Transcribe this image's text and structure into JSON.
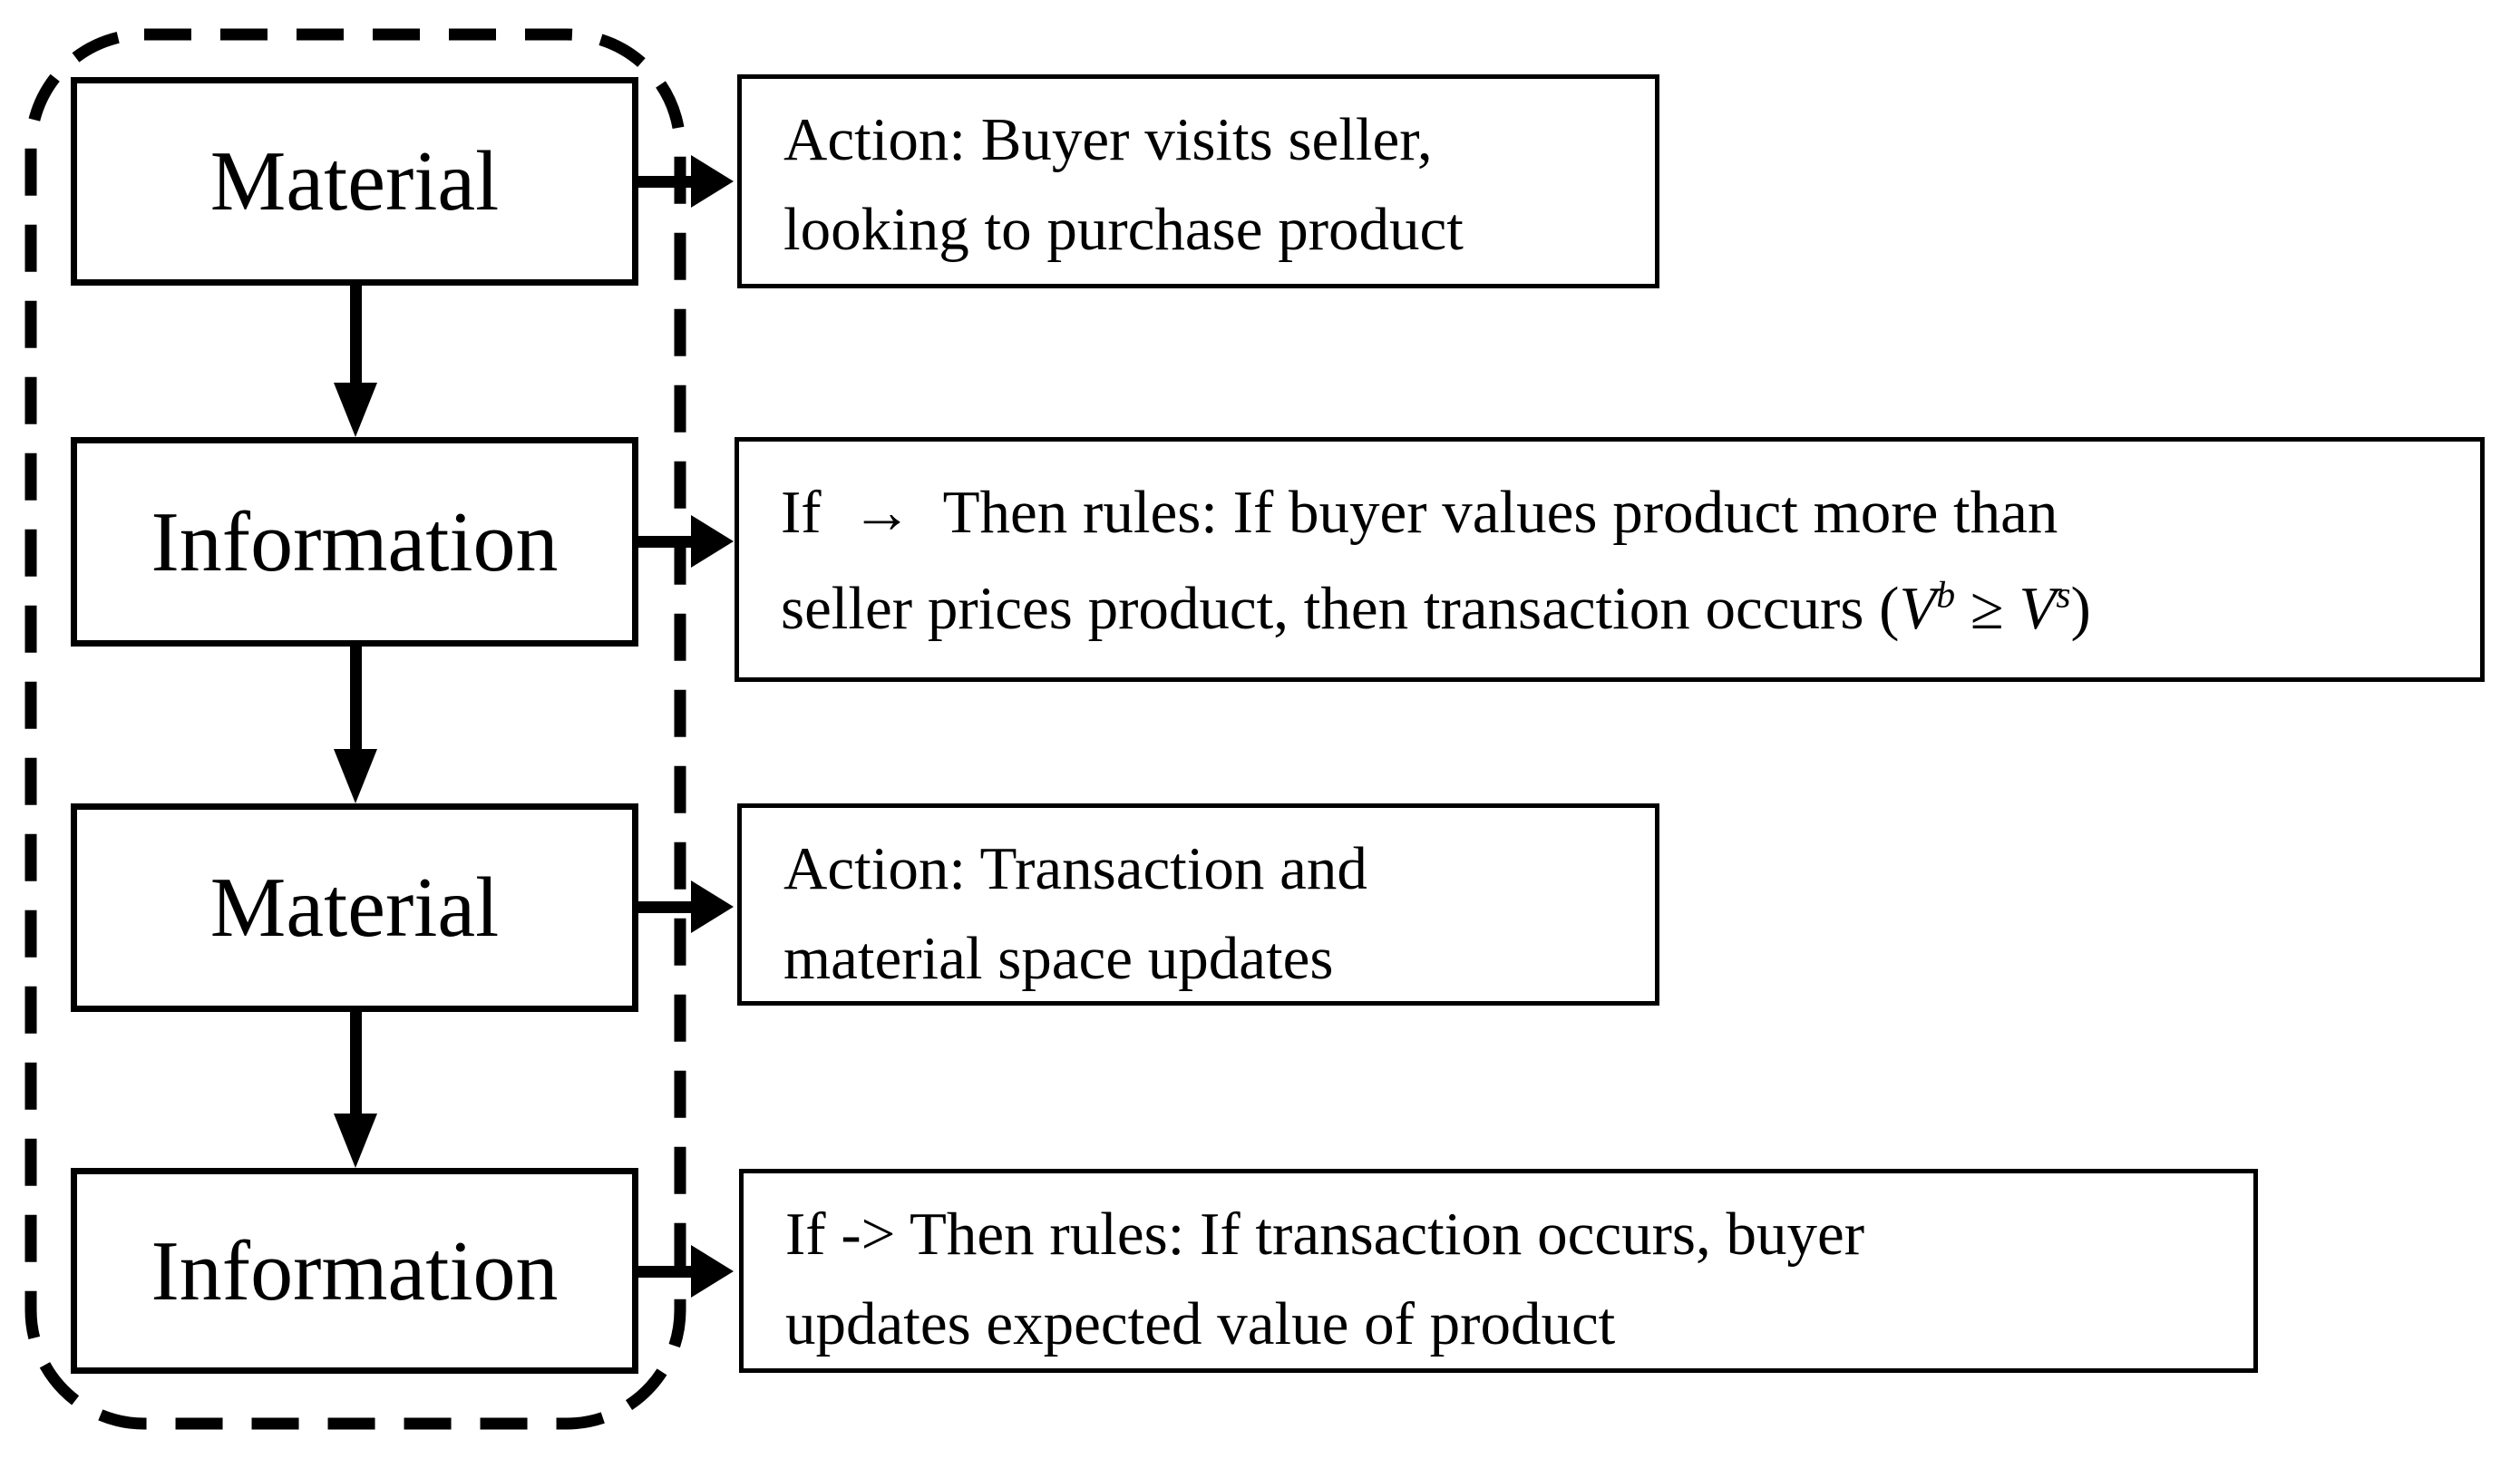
{
  "colors": {
    "ink": "#000000",
    "paper": "#ffffff"
  },
  "lane": {
    "nodes": [
      {
        "label": "Material"
      },
      {
        "label": "Information"
      },
      {
        "label": "Material"
      },
      {
        "label": "Information"
      }
    ]
  },
  "annotations": {
    "visit": {
      "line1": "Action: Buyer visits seller,",
      "line2": "looking to purchase product"
    },
    "rule_transaction": {
      "line1": "If  →  Then rules: If buyer values product more than",
      "line2_prefix": "seller prices product, then transaction occurs (",
      "var1": "V",
      "var1_sup": "b",
      "operator": " ≥ ",
      "var2": "V",
      "var2_sup": "s",
      "line2_suffix": ")"
    },
    "update": {
      "line1": "Action: Transaction and",
      "line2": "material space updates"
    },
    "rule_value": {
      "line1": "If -> Then rules: If transaction occurs, buyer",
      "line2": "updates expected value of product"
    }
  }
}
